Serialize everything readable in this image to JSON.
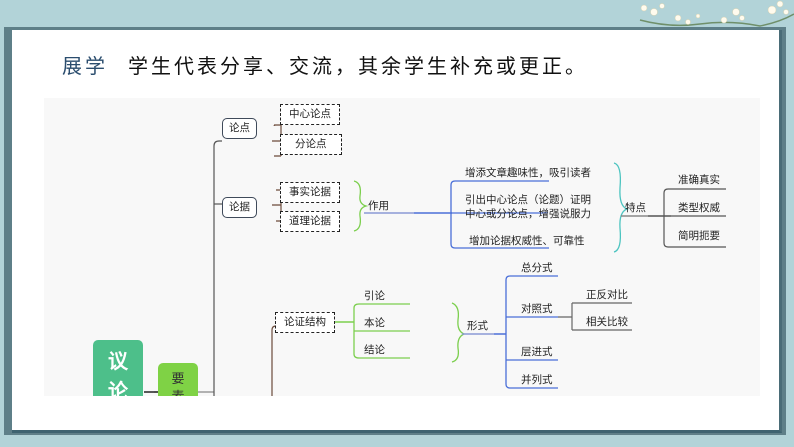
{
  "slide": {
    "title_label": "展学",
    "title_text": "学生代表分享、交流，其余学生补充或更正。"
  },
  "decoration": {
    "icon": "plum-blossom-branch"
  },
  "mindmap": {
    "root": "议论",
    "root_chars": [
      "议",
      "论"
    ],
    "main_branch": "要素",
    "main_branch_chars": [
      "要",
      "素"
    ],
    "elements": {
      "argument": {
        "label": "论点",
        "children": [
          "中心论点",
          "分论点"
        ]
      },
      "evidence": {
        "label": "论据",
        "children": [
          "事实论据",
          "道理论据"
        ],
        "function": {
          "label": "作用",
          "items": [
            "增添文章趣味性，吸引读者",
            "引出中心论点（论题）证明",
            "中心或分论点，增强说服力",
            "增加论据权威性、可靠性"
          ]
        },
        "features": {
          "label": "特点",
          "items": [
            "准确真实",
            "类型权威",
            "简明扼要"
          ]
        }
      },
      "structure": {
        "label": "论证结构",
        "parts": [
          "引论",
          "本论",
          "结论"
        ],
        "form": {
          "label": "形式",
          "items": [
            "总分式",
            "对照式",
            "层进式",
            "并列式"
          ],
          "contrast_subtypes": [
            "正反对比",
            "相关比较"
          ]
        }
      }
    }
  },
  "colors": {
    "background": "#b2d3d8",
    "title_label": "#2b4d6e",
    "root": "#4dbf8a",
    "branch": "#7fd245",
    "blue_line": "#4a6fd8",
    "green_brace": "#7ccf4e",
    "teal_brace": "#4cc4c0"
  }
}
